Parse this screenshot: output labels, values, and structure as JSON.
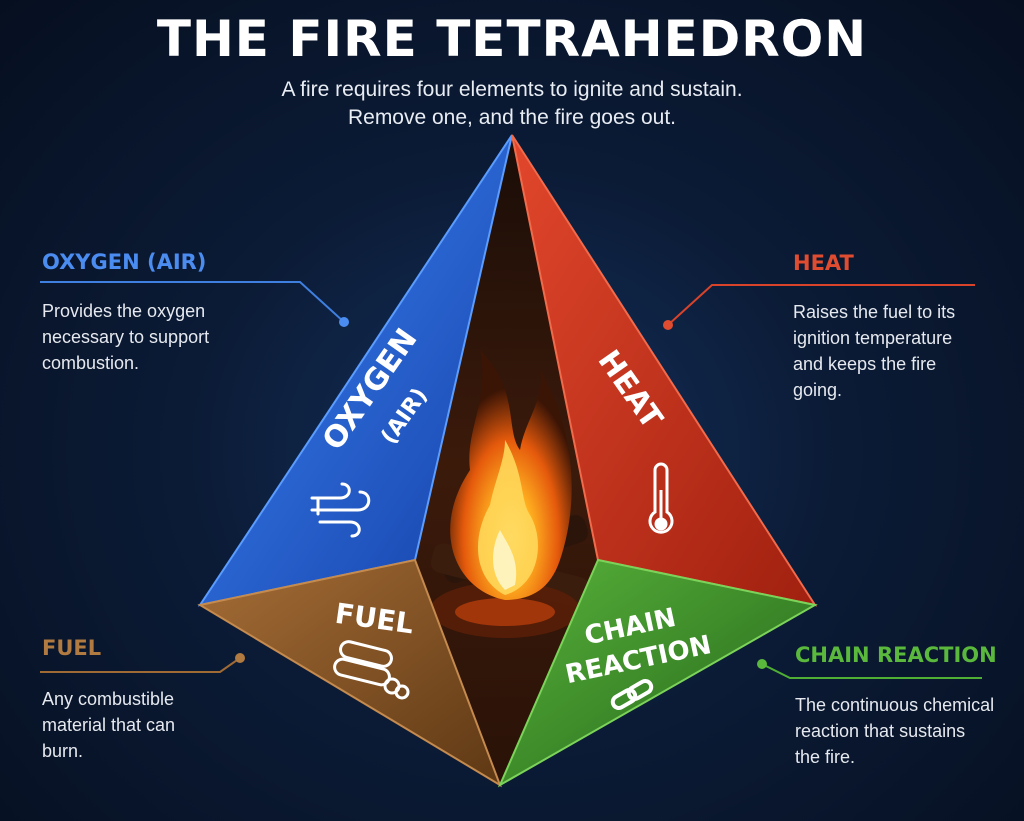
{
  "title": "THE FIRE TETRAHEDRON",
  "subtitle_line1": "A fire requires four elements to ignite and sustain.",
  "subtitle_line2": "Remove one, and the fire goes out.",
  "elements": {
    "oxygen": {
      "heading": "OXYGEN (AIR)",
      "description": "Provides the oxygen\nnecessary to support\ncombustion.",
      "face_label_1": "OXYGEN",
      "face_label_2": "(AIR)",
      "icon": "wind-icon",
      "color": "#2f6fe0"
    },
    "heat": {
      "heading": "HEAT",
      "description": "Raises the fuel to its\nignition temperature\nand keeps the fire\ngoing.",
      "face_label_1": "HEAT",
      "icon": "thermometer-icon",
      "color": "#d23a22"
    },
    "fuel": {
      "heading": "FUEL",
      "description": "Any combustible\nmaterial that can\nburn.",
      "face_label_1": "FUEL",
      "icon": "logs-icon",
      "color": "#8a5a2b"
    },
    "chain": {
      "heading": "CHAIN REACTION",
      "description": "The continuous chemical\nreaction that sustains\nthe fire.",
      "face_label_1": "CHAIN",
      "face_label_2": "REACTION",
      "icon": "chain-link-icon",
      "color": "#3f9a2a"
    }
  }
}
